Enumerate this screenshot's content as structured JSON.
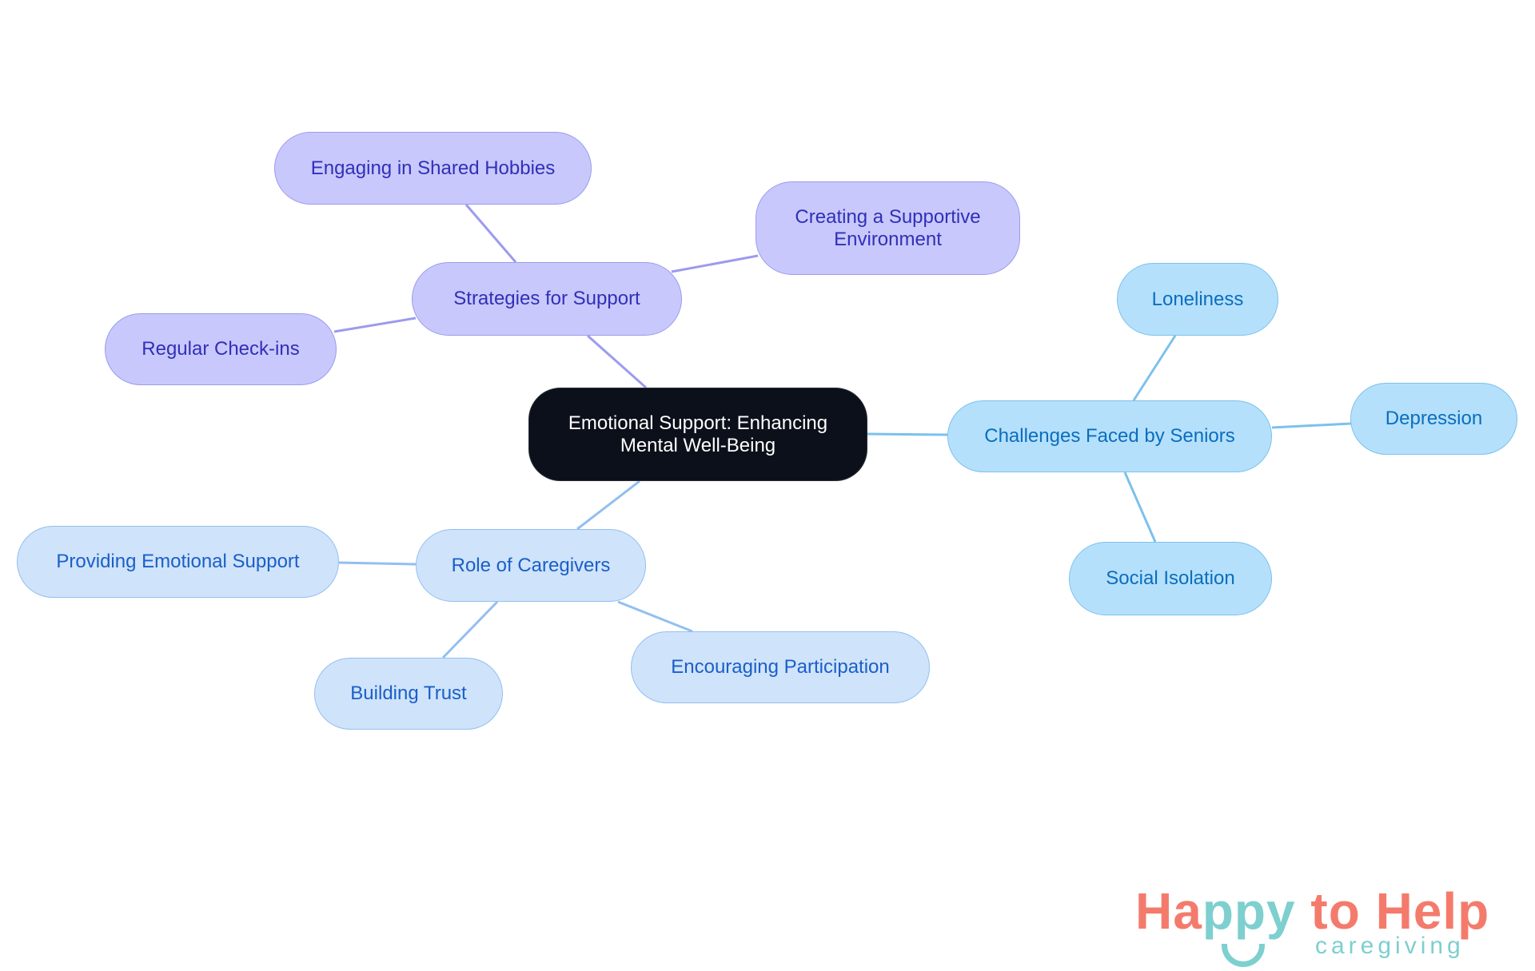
{
  "diagram": {
    "type": "mindmap",
    "center": {
      "label": "Emotional Support: Enhancing Mental Well-Being"
    },
    "branches": [
      {
        "label": "Strategies for Support",
        "color": "#c8c8fc",
        "children": [
          "Engaging in Shared Hobbies",
          "Creating a Supportive Environment",
          "Regular Check-ins"
        ]
      },
      {
        "label": "Challenges Faced by Seniors",
        "color": "#b5e0fc",
        "children": [
          "Loneliness",
          "Depression",
          "Social Isolation"
        ]
      },
      {
        "label": "Role of Caregivers",
        "color": "#cfe3fa",
        "children": [
          "Providing Emotional Support",
          "Building Trust",
          "Encouraging Participation"
        ]
      }
    ]
  },
  "logo": {
    "happy_ha": "Ha",
    "happy_ppy": "ppy",
    "rest": " to Help",
    "sub": "caregiving",
    "colors": {
      "coral": "#f47b6c",
      "teal": "#7ecfcf"
    }
  }
}
